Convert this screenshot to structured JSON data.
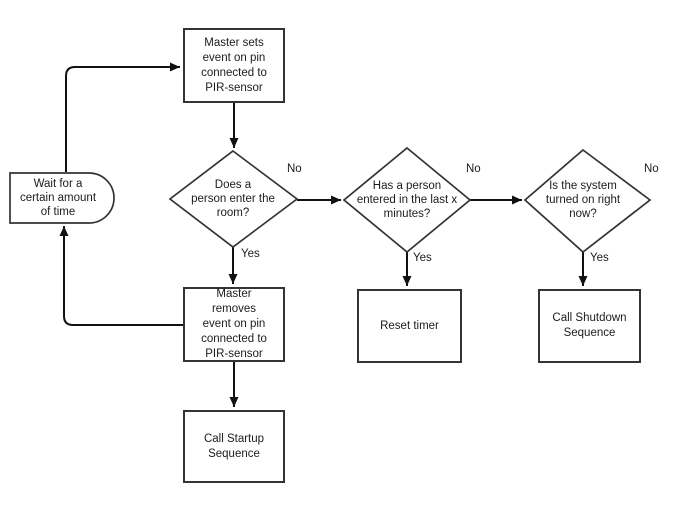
{
  "colors": {
    "connector": "#111111",
    "shape_border": "#333333",
    "text": "#1c1c1c",
    "background": "#ffffff"
  },
  "nodes": {
    "master_sets": {
      "type": "process",
      "label": [
        "Master sets",
        "event on pin",
        "connected to",
        "PIR-sensor"
      ]
    },
    "wait_delay": {
      "type": "delay",
      "label": [
        "Wait for a",
        "certain amount",
        "of time"
      ]
    },
    "does_person_enter": {
      "type": "decision",
      "label": [
        "Does a",
        "person enter the",
        "room?"
      ]
    },
    "has_person_entered": {
      "type": "decision",
      "label": [
        "Has a person",
        "entered in the last x",
        "minutes?"
      ]
    },
    "is_system_on": {
      "type": "decision",
      "label": [
        "Is the system",
        "turned on right",
        "now?"
      ]
    },
    "master_removes": {
      "type": "process",
      "label": [
        "Master",
        "removes",
        "event on pin",
        "connected to",
        "PIR-sensor"
      ]
    },
    "call_startup": {
      "type": "process",
      "label": [
        "Call Startup",
        "Sequence"
      ]
    },
    "reset_timer": {
      "type": "process",
      "label": "Reset timer"
    },
    "call_shutdown": {
      "type": "process",
      "label": [
        "Call Shutdown",
        "Sequence"
      ]
    }
  },
  "edge_labels": {
    "d1_no": "No",
    "d1_yes": "Yes",
    "d2_no": "No",
    "d2_yes": "Yes",
    "d3_no": "No",
    "d3_yes": "Yes"
  },
  "edges": [
    {
      "from": "wait_delay",
      "to": "master_sets",
      "label": ""
    },
    {
      "from": "master_sets",
      "to": "does_person_enter",
      "label": ""
    },
    {
      "from": "does_person_enter",
      "to": "has_person_entered",
      "label": "No"
    },
    {
      "from": "does_person_enter",
      "to": "master_removes",
      "label": "Yes"
    },
    {
      "from": "has_person_entered",
      "to": "is_system_on",
      "label": "No"
    },
    {
      "from": "has_person_entered",
      "to": "reset_timer",
      "label": "Yes"
    },
    {
      "from": "is_system_on",
      "to": "call_shutdown",
      "label": "Yes"
    },
    {
      "from": "master_removes",
      "to": "wait_delay",
      "label": ""
    },
    {
      "from": "master_removes",
      "to": "call_startup",
      "label": ""
    }
  ]
}
